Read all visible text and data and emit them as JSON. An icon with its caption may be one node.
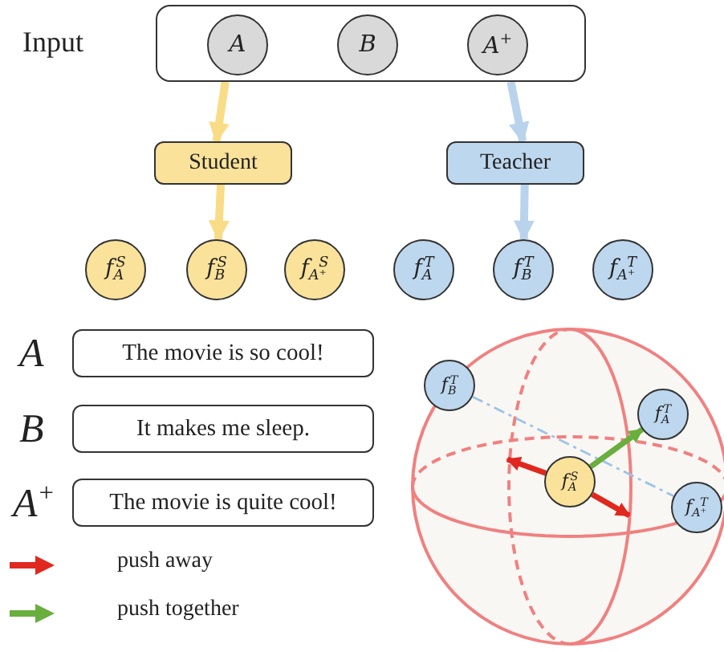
{
  "diagram": {
    "nodes": [
      {
        "text": [
          "Input"
        ]
      },
      {
        "text": [
          "A"
        ],
        "in": 0
      },
      {
        "text": [
          "B"
        ],
        "in": 0
      },
      {
        "text": [
          "A$^{+}$"
        ],
        "in": 0
      },
      {
        "text": [
          "Student"
        ]
      },
      {
        "text": [
          "Teacher"
        ]
      },
      {
        "text": [
          "f$_{A}$$^{S}$"
        ]
      },
      {
        "text": [
          "f$_{B}$$^{S}$"
        ]
      },
      {
        "text": [
          "f$_{A⁺}$$^{S}$"
        ]
      },
      {
        "text": [
          "f$_{A}$$^{T}$"
        ]
      },
      {
        "text": [
          "f$_{B}$$^{T}$"
        ]
      },
      {
        "text": [
          "f$_{A⁺}$$^{T}$"
        ]
      },
      {
        "text": [
          "The movie is so cool!"
        ],
        "beside": [
          "A"
        ]
      },
      {
        "text": [
          "It makes me sleep."
        ],
        "beside": [
          "B"
        ]
      },
      {
        "text": [
          "The movie is quite cool!"
        ],
        "beside": [
          "A$^{+}$"
        ]
      },
      {
        "text": [
          "f$_{B}$$^{T}$"
        ]
      },
      {
        "text": [
          "f$_{A}$$^{T}$"
        ]
      },
      {
        "text": [
          "f$_{A}$$^{S}$"
        ]
      },
      {
        "text": [
          "f$_{A⁺}$$^{T}$"
        ]
      }
    ],
    "edges": [
      {
        "from": 0,
        "to": 4,
        "arrow": "to",
        "color": "#f9dc86"
      },
      {
        "from": 0,
        "to": 5,
        "arrow": "to",
        "color": "#b9d3ec"
      },
      {
        "from": 4,
        "to": 7,
        "arrow": "to",
        "color": "#f9dc86"
      },
      {
        "from": 5,
        "to": 10,
        "arrow": "to",
        "color": "#b9d3ec"
      },
      {
        "from": 15,
        "to": 18,
        "arrow": "none",
        "style": "dashed",
        "color": "#9dc3e6"
      },
      {
        "from": 17,
        "to": null,
        "arrow": "to",
        "color": "#e0281e"
      },
      {
        "from": 17,
        "to": null,
        "arrow": "to",
        "color": "#e0281e"
      },
      {
        "from": 17,
        "to": 16,
        "arrow": "to",
        "color": "#6aae3e"
      }
    ],
    "legend": [
      {
        "text": "push away"
      },
      {
        "text": "push together"
      }
    ]
  }
}
